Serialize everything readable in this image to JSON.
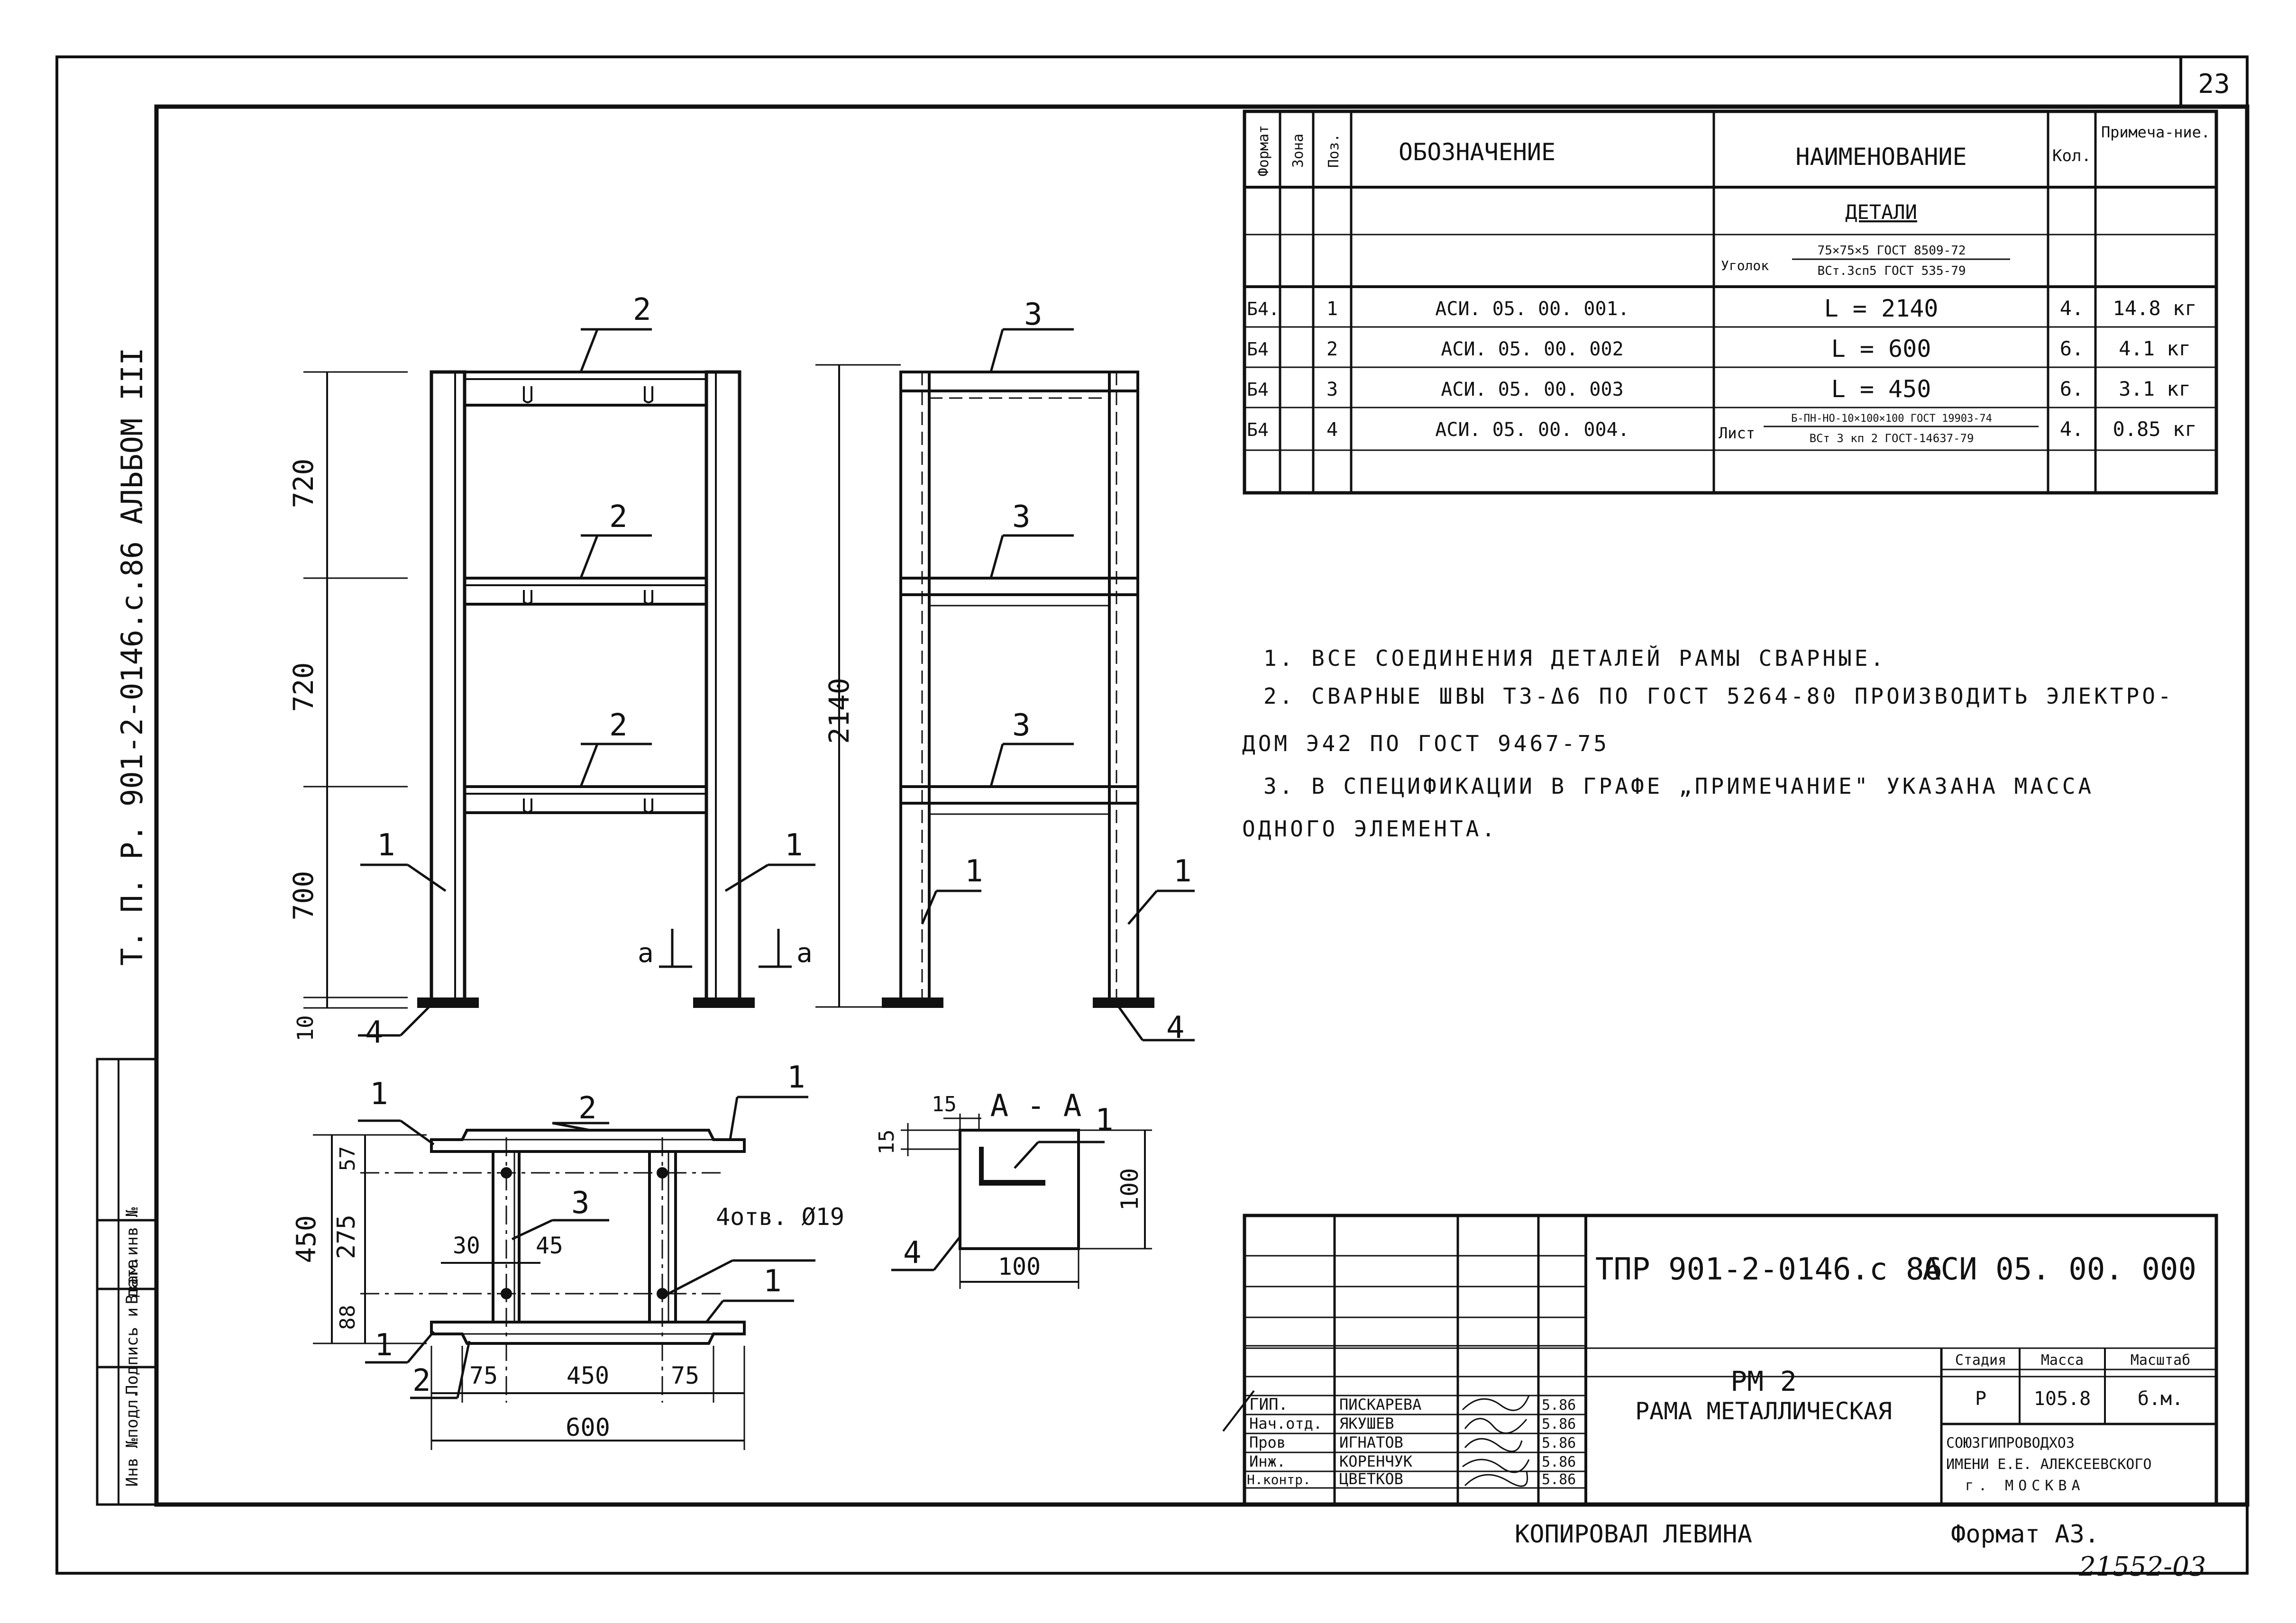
{
  "sheet_number": "23",
  "side": {
    "album": "АЛЬБОМ III",
    "project": "Т. П. Р. 901-2-0146.с.86",
    "stamp_cols": [
      "Инв №подл.",
      "Подпись и дата",
      "Взам.инв №"
    ]
  },
  "spec": {
    "headers": {
      "format": "Формат",
      "zone": "Зона",
      "pos": "Поз.",
      "designation": "ОБОЗНАЧЕНИЕ",
      "name": "НАИМЕНОВАНИЕ",
      "qty": "Кол.",
      "note": "Примеча-ние."
    },
    "section": "ДЕТАЛИ",
    "material_prefix": "Уголок",
    "material_top": "75×75×5 ГОСТ 8509-72",
    "material_bottom": "ВСт.3сп5 ГОСТ 535-79",
    "rows": [
      {
        "format": "Б4.",
        "pos": "1",
        "designation": "АСИ. 05. 00. 001.",
        "name": "L = 2140",
        "qty": "4.",
        "note": "14.8 кг"
      },
      {
        "format": "Б4",
        "pos": "2",
        "designation": "АСИ. 05. 00. 002",
        "name": "L = 600",
        "qty": "6.",
        "note": "4.1 кг"
      },
      {
        "format": "Б4",
        "pos": "3",
        "designation": "АСИ. 05. 00. 003",
        "name": "L = 450",
        "qty": "6.",
        "note": "3.1 кг"
      },
      {
        "format": "Б4",
        "pos": "4",
        "designation": "АСИ. 05. 00. 004.",
        "name_prefix": "Лист",
        "name_top": "Б-ПН-НО-10×100×100 ГОСТ 19903-74",
        "name_bottom": "ВСт 3 кп 2 ГОСТ-14637-79",
        "qty": "4.",
        "note": "0.85 кг"
      }
    ]
  },
  "notes": [
    "1. ВСЕ СОЕДИНЕНИЯ ДЕТАЛЕЙ РАМЫ СВАРНЫЕ.",
    "2. СВАРНЫЕ ШВЫ Т3-Δ6 ПО ГОСТ 5264-80 ПРОИЗВОДИТЬ ЭЛЕКТРО-",
    "ДОМ Э42 ПО ГОСТ 9467-75",
    "3. В СПЕЦИФИКАЦИИ В ГРАФЕ „ПРИМЕЧАНИЕ\" УКАЗАНА МАССА",
    "ОДНОГО ЭЛЕМЕНТА."
  ],
  "drawing": {
    "dims_left": [
      "720",
      "720",
      "700",
      "10"
    ],
    "dim_height": "2140",
    "section_mark": "а",
    "section_title": "А - А",
    "plan_dims": {
      "d57": "57",
      "d275": "275",
      "d88": "88",
      "d450": "450",
      "d30": "30",
      "d45": "45",
      "holes": "4отв. Ø19",
      "b75a": "75",
      "b450": "450",
      "b75b": "75",
      "b600": "600"
    },
    "section_dims": {
      "d15a": "15",
      "d15b": "15",
      "d100v": "100",
      "d100h": "100"
    },
    "labels": {
      "p1": "1",
      "p2": "2",
      "p3": "3",
      "p4": "4"
    }
  },
  "title_block": {
    "code": "ТПР 901-2-0146.с 86",
    "designation": "АСИ 05. 00. 000",
    "title_1": "РМ 2",
    "title_2": "РАМА МЕТАЛЛИЧЕСКАЯ",
    "stage_h": "Стадия",
    "mass_h": "Масса",
    "scale_h": "Масштаб",
    "stage": "Р",
    "mass": "105.8",
    "scale": "б.м.",
    "org_1": "СОЮЗГИПРОВОДХОЗ",
    "org_2": "ИМЕНИ Е.Е. АЛЕКСЕЕВСКОГО",
    "org_3": "г. МОСКВА",
    "people": [
      {
        "role": "ГИП.",
        "name": "ПИСКАРЕВА",
        "date": "5.86"
      },
      {
        "role": "Нач.отд.",
        "name": "ЯКУШЕВ",
        "date": "5.86"
      },
      {
        "role": "Пров",
        "name": "ИГНАТОВ",
        "date": "5.86"
      },
      {
        "role": "Инж.",
        "name": "КОРЕНЧУК",
        "date": "5.86"
      },
      {
        "role": "Н.контр.",
        "name": "ЦВЕТКОВ",
        "date": "5.86"
      }
    ]
  },
  "footer": {
    "copied": "КОПИРОВАЛ ЛЕВИНА",
    "format": "Формат А3.",
    "inv": "21552-03"
  }
}
